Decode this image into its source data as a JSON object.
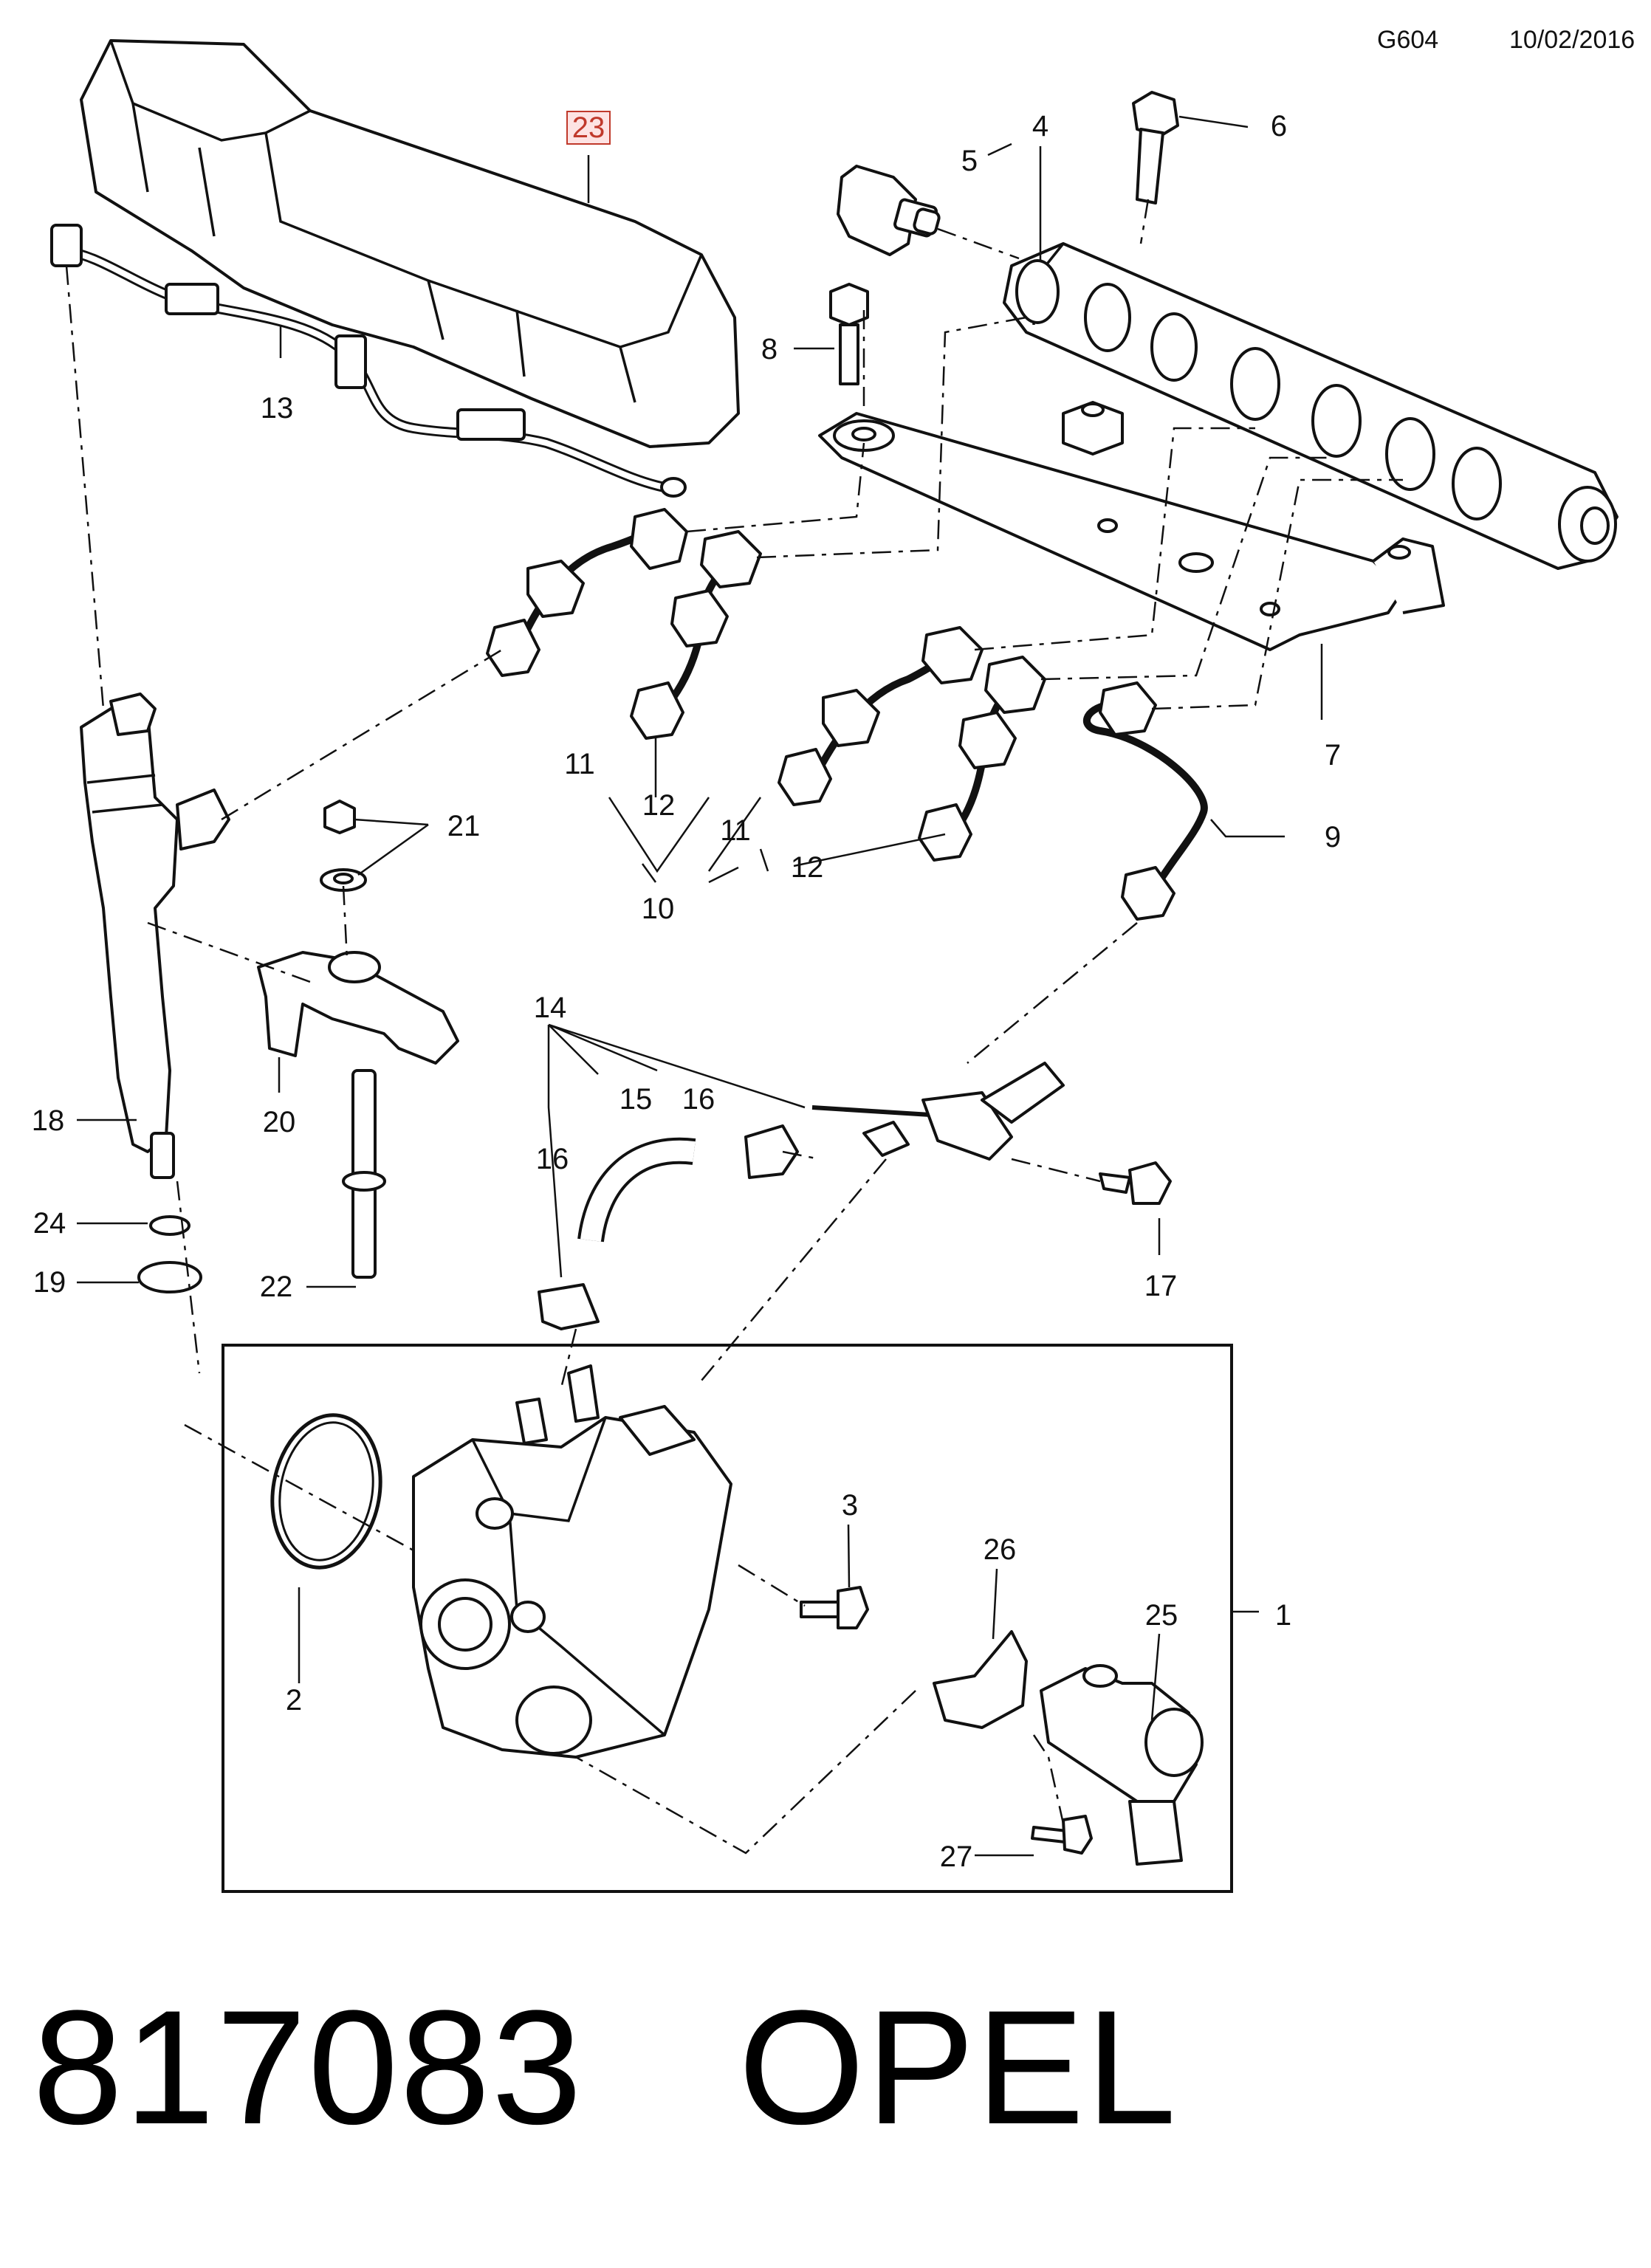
{
  "header": {
    "code": "G604",
    "date": "10/02/2016"
  },
  "callouts": {
    "c1": "1",
    "c2": "2",
    "c3": "3",
    "c4": "4",
    "c5": "5",
    "c6": "6",
    "c7": "7",
    "c8": "8",
    "c9": "9",
    "c10": "10",
    "c11a": "11",
    "c11b": "11",
    "c12a": "12",
    "c12b": "12",
    "c13": "13",
    "c14": "14",
    "c15": "15",
    "c16a": "16",
    "c16b": "16",
    "c17": "17",
    "c18": "18",
    "c19": "19",
    "c20": "20",
    "c21": "21",
    "c22": "22",
    "c23": "23",
    "c24": "24",
    "c25": "25",
    "c26": "26",
    "c27": "27"
  },
  "caption": {
    "part_number": "817083",
    "brand": "OPEL"
  },
  "highlight_color": "#c0392b"
}
